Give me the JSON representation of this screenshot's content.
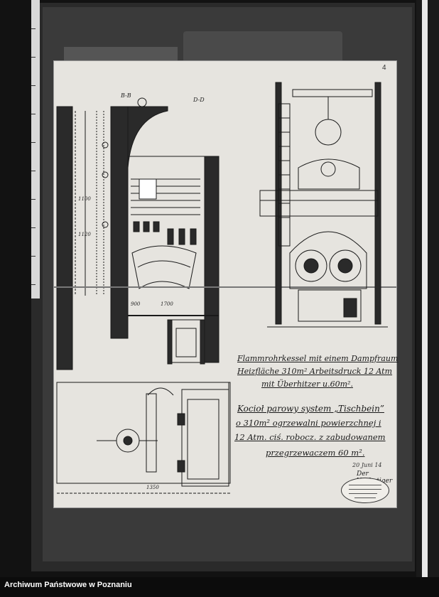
{
  "archive": {
    "footer_label": "Archiwum Państwowe w Poznaniu"
  },
  "drawing": {
    "page_number": "4",
    "section_labels": [
      "B-B",
      "D-D"
    ],
    "dimension_labels": [
      "1100",
      "1120",
      "900",
      "1700",
      "1350"
    ],
    "german_title": [
      "Flammrohrkessel mit einem Dampfraum",
      "Heizfläche 310m² Arbeitsdruck 12 Atm",
      "mit Überhitzer u.60m²."
    ],
    "polish_title": [
      "Kocioł parowy system „Tischbein”",
      "o 310m² ogrzewalni powierzchnej i",
      "12 Atm. ciś. robocz. z zabudowanem",
      "przegrzewaczem 60 m²."
    ],
    "date_note": "20 Juni 14",
    "signature_label": "Der Verfertiger"
  },
  "colors": {
    "background": "#0c0c0c",
    "paper": "#e6e4df",
    "ink": "#1a1a1a"
  }
}
